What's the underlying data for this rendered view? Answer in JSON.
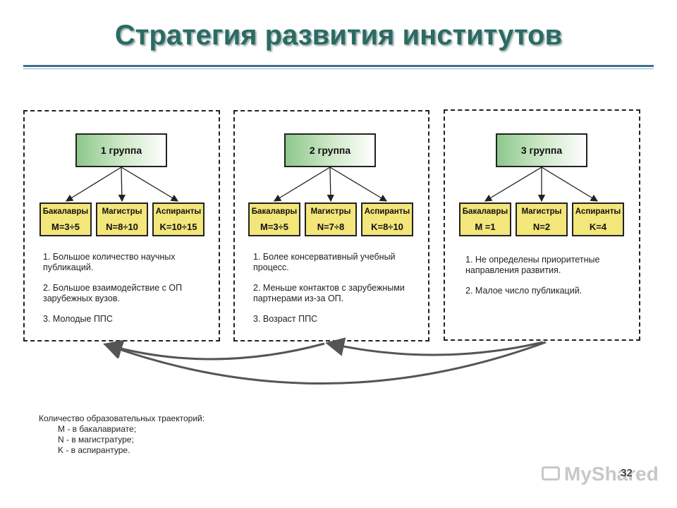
{
  "title": "Стратегия развития институтов",
  "groups": [
    {
      "name": "1 группа",
      "levels": [
        {
          "label": "Бакалавры",
          "value": "M=3÷5"
        },
        {
          "label": "Магистры",
          "value": "N=8÷10"
        },
        {
          "label": "Аспиранты",
          "value": "K=10÷15"
        }
      ],
      "notes": [
        "1. Большое количество научных публикаций.",
        "2. Большое взаимодействие с ОП зарубежных вузов.",
        "3. Молодые ППС"
      ]
    },
    {
      "name": "2 группа",
      "levels": [
        {
          "label": "Бакалавры",
          "value": "M=3÷5"
        },
        {
          "label": "Магистры",
          "value": "N=7÷8"
        },
        {
          "label": "Аспиранты",
          "value": "K=8÷10"
        }
      ],
      "notes": [
        "1. Более консервативный учебный процесс.",
        "2. Меньше контактов с зарубежными партнерами из-за ОП.",
        "3. Возраст ППС"
      ]
    },
    {
      "name": "3 группа",
      "levels": [
        {
          "label": "Бакалавры",
          "value": "M =1"
        },
        {
          "label": "Магистры",
          "value": "N=2"
        },
        {
          "label": "Аспиранты",
          "value": "K=4"
        }
      ],
      "notes": [
        "1. Не определены приоритетные направления развития.",
        "2. Малое число публикаций."
      ]
    }
  ],
  "legend": {
    "heading": "Количество образовательных траекторий:",
    "items": [
      "M - в бакалавриате;",
      "N - в магистратуре;",
      "K - в аспирантуре."
    ]
  },
  "watermark": "MyShared",
  "page_number": "32",
  "colors": {
    "title": "#2a6b63",
    "group_box": "#8cc88c",
    "level_box": "#f3e67a",
    "arrow": "#555555"
  }
}
